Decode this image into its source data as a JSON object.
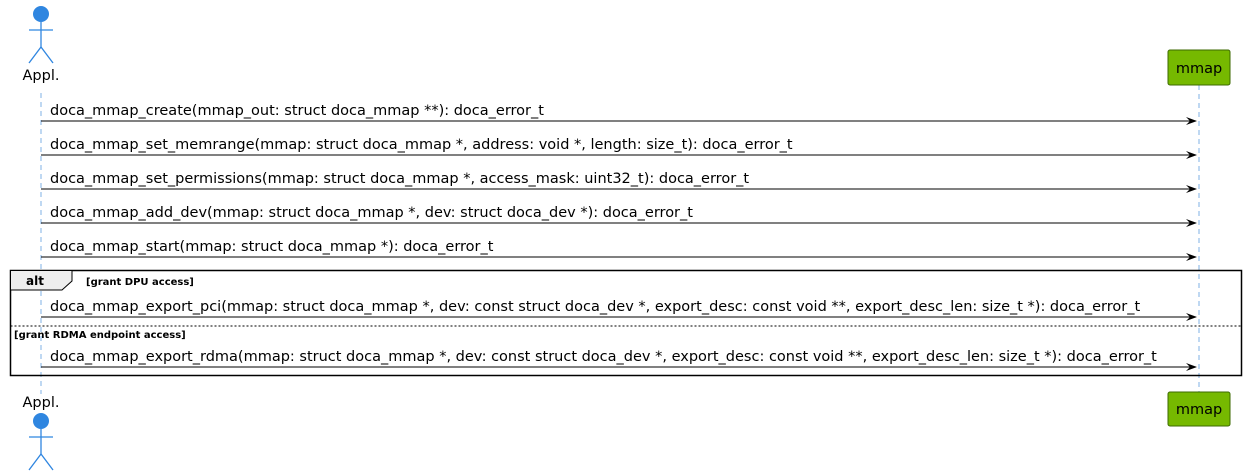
{
  "participants": {
    "actor": {
      "name": "Appl.",
      "color": "#2f86e0"
    },
    "mmap": {
      "name": "mmap",
      "fill": "#76b900",
      "stroke": "#3c6a00"
    }
  },
  "messages": [
    {
      "text": "doca_mmap_create(mmap_out: struct doca_mmap **): doca_error_t"
    },
    {
      "text": "doca_mmap_set_memrange(mmap: struct doca_mmap *, address: void *, length: size_t): doca_error_t"
    },
    {
      "text": "doca_mmap_set_permissions(mmap: struct doca_mmap *, access_mask: uint32_t): doca_error_t"
    },
    {
      "text": "doca_mmap_add_dev(mmap: struct doca_mmap *, dev: struct doca_dev *): doca_error_t"
    },
    {
      "text": "doca_mmap_start(mmap: struct doca_mmap *): doca_error_t"
    }
  ],
  "alt": {
    "keyword": "alt",
    "branches": [
      {
        "guard": "[grant DPU access]",
        "message": "doca_mmap_export_pci(mmap: struct doca_mmap *, dev: const struct doca_dev *, export_desc: const void **, export_desc_len: size_t *): doca_error_t"
      },
      {
        "guard": "[grant RDMA endpoint access]",
        "message": "doca_mmap_export_rdma(mmap: struct doca_mmap *, dev: const struct doca_dev *, export_desc: const void **, export_desc_len: size_t *): doca_error_t"
      }
    ]
  },
  "colors": {
    "lifeline": "#7fb2e5",
    "arrow": "#000000",
    "frame": "#000000",
    "tab_fill": "#eeeeee"
  }
}
